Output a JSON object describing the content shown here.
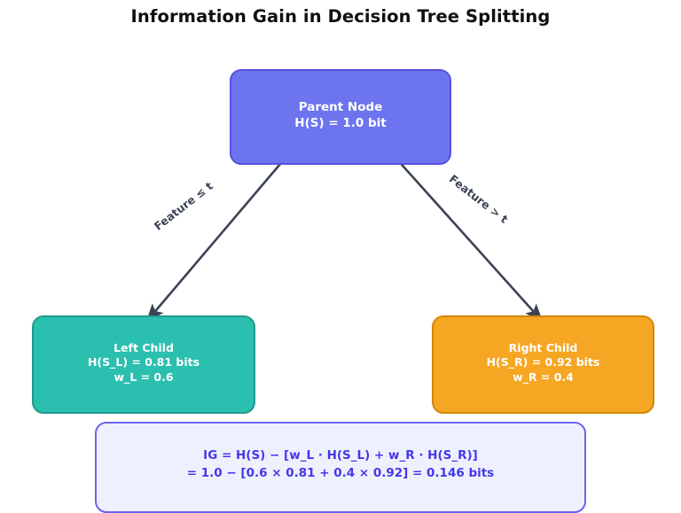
{
  "title": "Information Gain in Decision Tree Splitting",
  "colors": {
    "parent_fill": "#6C75EE",
    "parent_border": "#5B4FE0",
    "left_fill": "#2BBFAF",
    "left_border": "#219A8E",
    "right_fill": "#F5A623",
    "right_border": "#D4860C",
    "formula_fill": "#EEF1FD",
    "formula_border": "#6C63F0",
    "formula_text": "#4338E8",
    "edge_color": "#3A4454",
    "title_color": "#101014"
  },
  "nodes": {
    "parent": {
      "name": "Parent Node",
      "entropy": "H(S) = 1.0 bit"
    },
    "left": {
      "name": "Left Child",
      "entropy": "H(S_L) = 0.81 bits",
      "weight": "w_L = 0.6"
    },
    "right": {
      "name": "Right Child",
      "entropy": "H(S_R) = 0.92 bits",
      "weight": "w_R = 0.4"
    }
  },
  "edges": [
    {
      "label": "Feature ≤ t"
    },
    {
      "label": "Feature > t"
    }
  ],
  "formula": {
    "line1": "IG = H(S) − [w_L · H(S_L) + w_R · H(S_R)]",
    "line2": "= 1.0 − [0.6 × 0.81 + 0.4 × 0.92] = 0.146 bits"
  },
  "chart_data": {
    "type": "diagram",
    "title": "Information Gain in Decision Tree Splitting",
    "parent_entropy_bits": 1.0,
    "left_child": {
      "entropy_bits": 0.81,
      "weight": 0.6
    },
    "right_child": {
      "entropy_bits": 0.92,
      "weight": 0.4
    },
    "information_gain_bits": 0.146,
    "split_conditions": [
      "Feature ≤ t",
      "Feature > t"
    ]
  }
}
